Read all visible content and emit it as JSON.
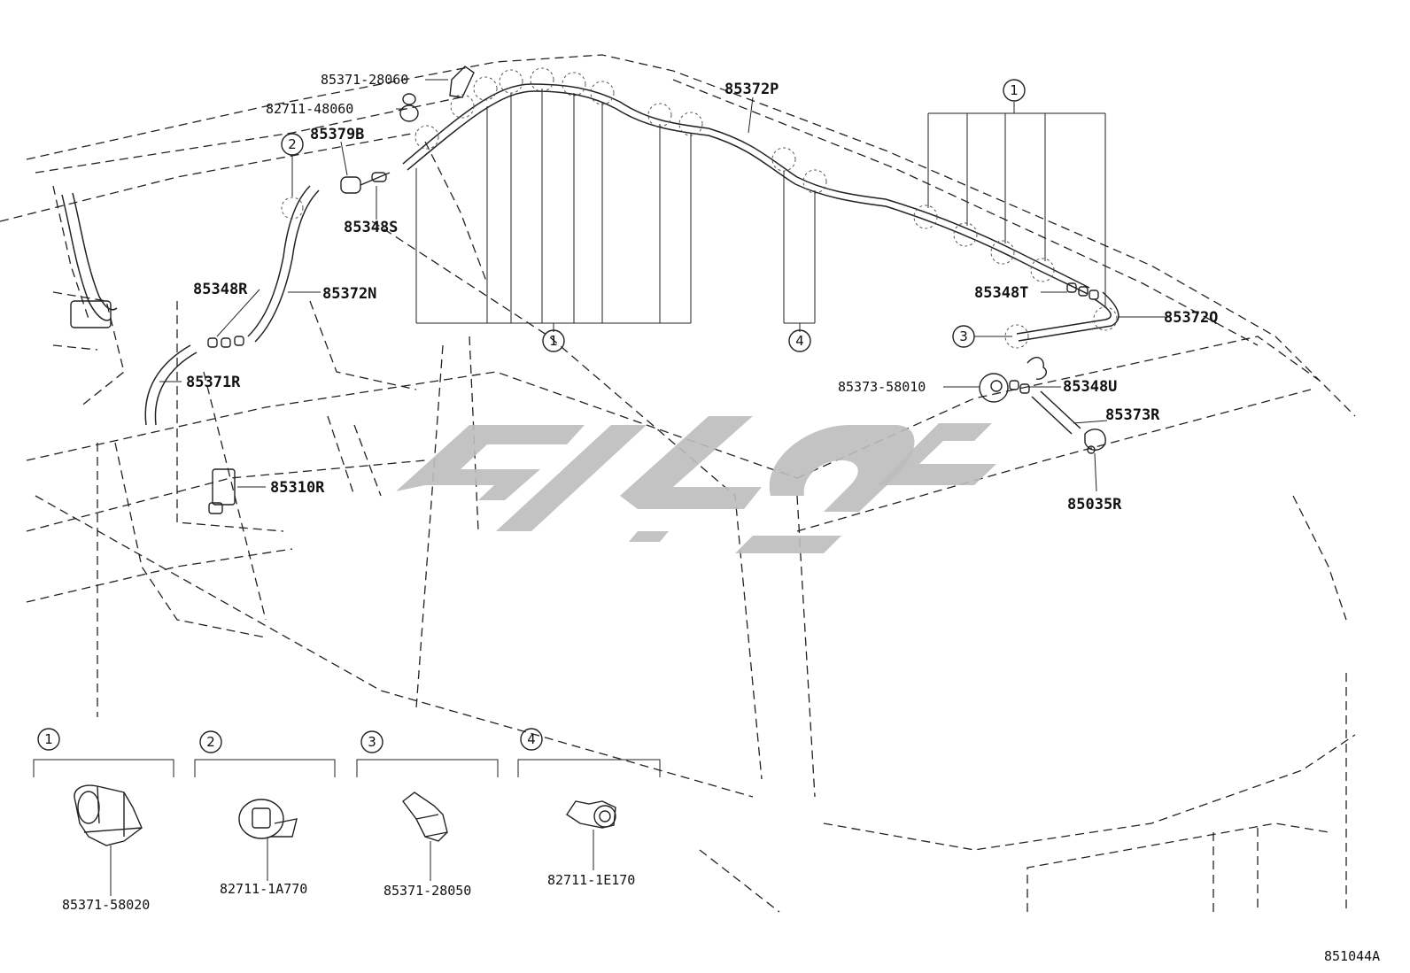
{
  "labels": {
    "l_85371_28060": "85371-28060",
    "l_82711_48060": "82711-48060",
    "l_85379B": "85379B",
    "l_85348S": "85348S",
    "l_85348R": "85348R",
    "l_85372N": "85372N",
    "l_85371R": "85371R",
    "l_85310R": "85310R",
    "l_85372P": "85372P",
    "l_85348T": "85348T",
    "l_85372Q": "85372Q",
    "l_85373_58010": "85373-58010",
    "l_85348U": "85348U",
    "l_85373R": "85373R",
    "l_85035R": "85035R"
  },
  "callouts": {
    "c1_top": "1",
    "c1_mid": "1",
    "c2_top": "2",
    "c3_right": "3",
    "c4_mid": "4"
  },
  "legend": {
    "items": [
      {
        "num": "1",
        "part": "85371-58020"
      },
      {
        "num": "2",
        "part": "82711-1A770"
      },
      {
        "num": "3",
        "part": "85371-28050"
      },
      {
        "num": "4",
        "part": "82711-1E170"
      }
    ]
  },
  "diagram_code": "851044A"
}
